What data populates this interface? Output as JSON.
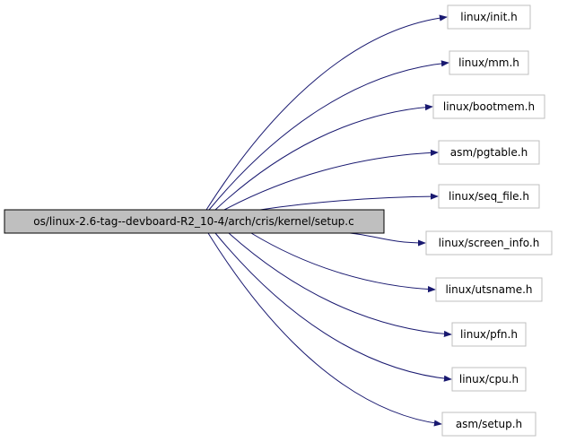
{
  "source": {
    "label": "os/linux-2.6-tag--devboard-R2_10-4/arch/cris/kernel/setup.c"
  },
  "includes": [
    {
      "label": "linux/init.h"
    },
    {
      "label": "linux/mm.h"
    },
    {
      "label": "linux/bootmem.h"
    },
    {
      "label": "asm/pgtable.h"
    },
    {
      "label": "linux/seq_file.h"
    },
    {
      "label": "linux/screen_info.h"
    },
    {
      "label": "linux/utsname.h"
    },
    {
      "label": "linux/pfn.h"
    },
    {
      "label": "linux/cpu.h"
    },
    {
      "label": "asm/setup.h"
    }
  ],
  "colors": {
    "source_fill": "#bfbfbf",
    "source_stroke": "#000000",
    "include_fill": "#ffffff",
    "include_stroke": "#bfbfbf",
    "edge": "#191970"
  }
}
